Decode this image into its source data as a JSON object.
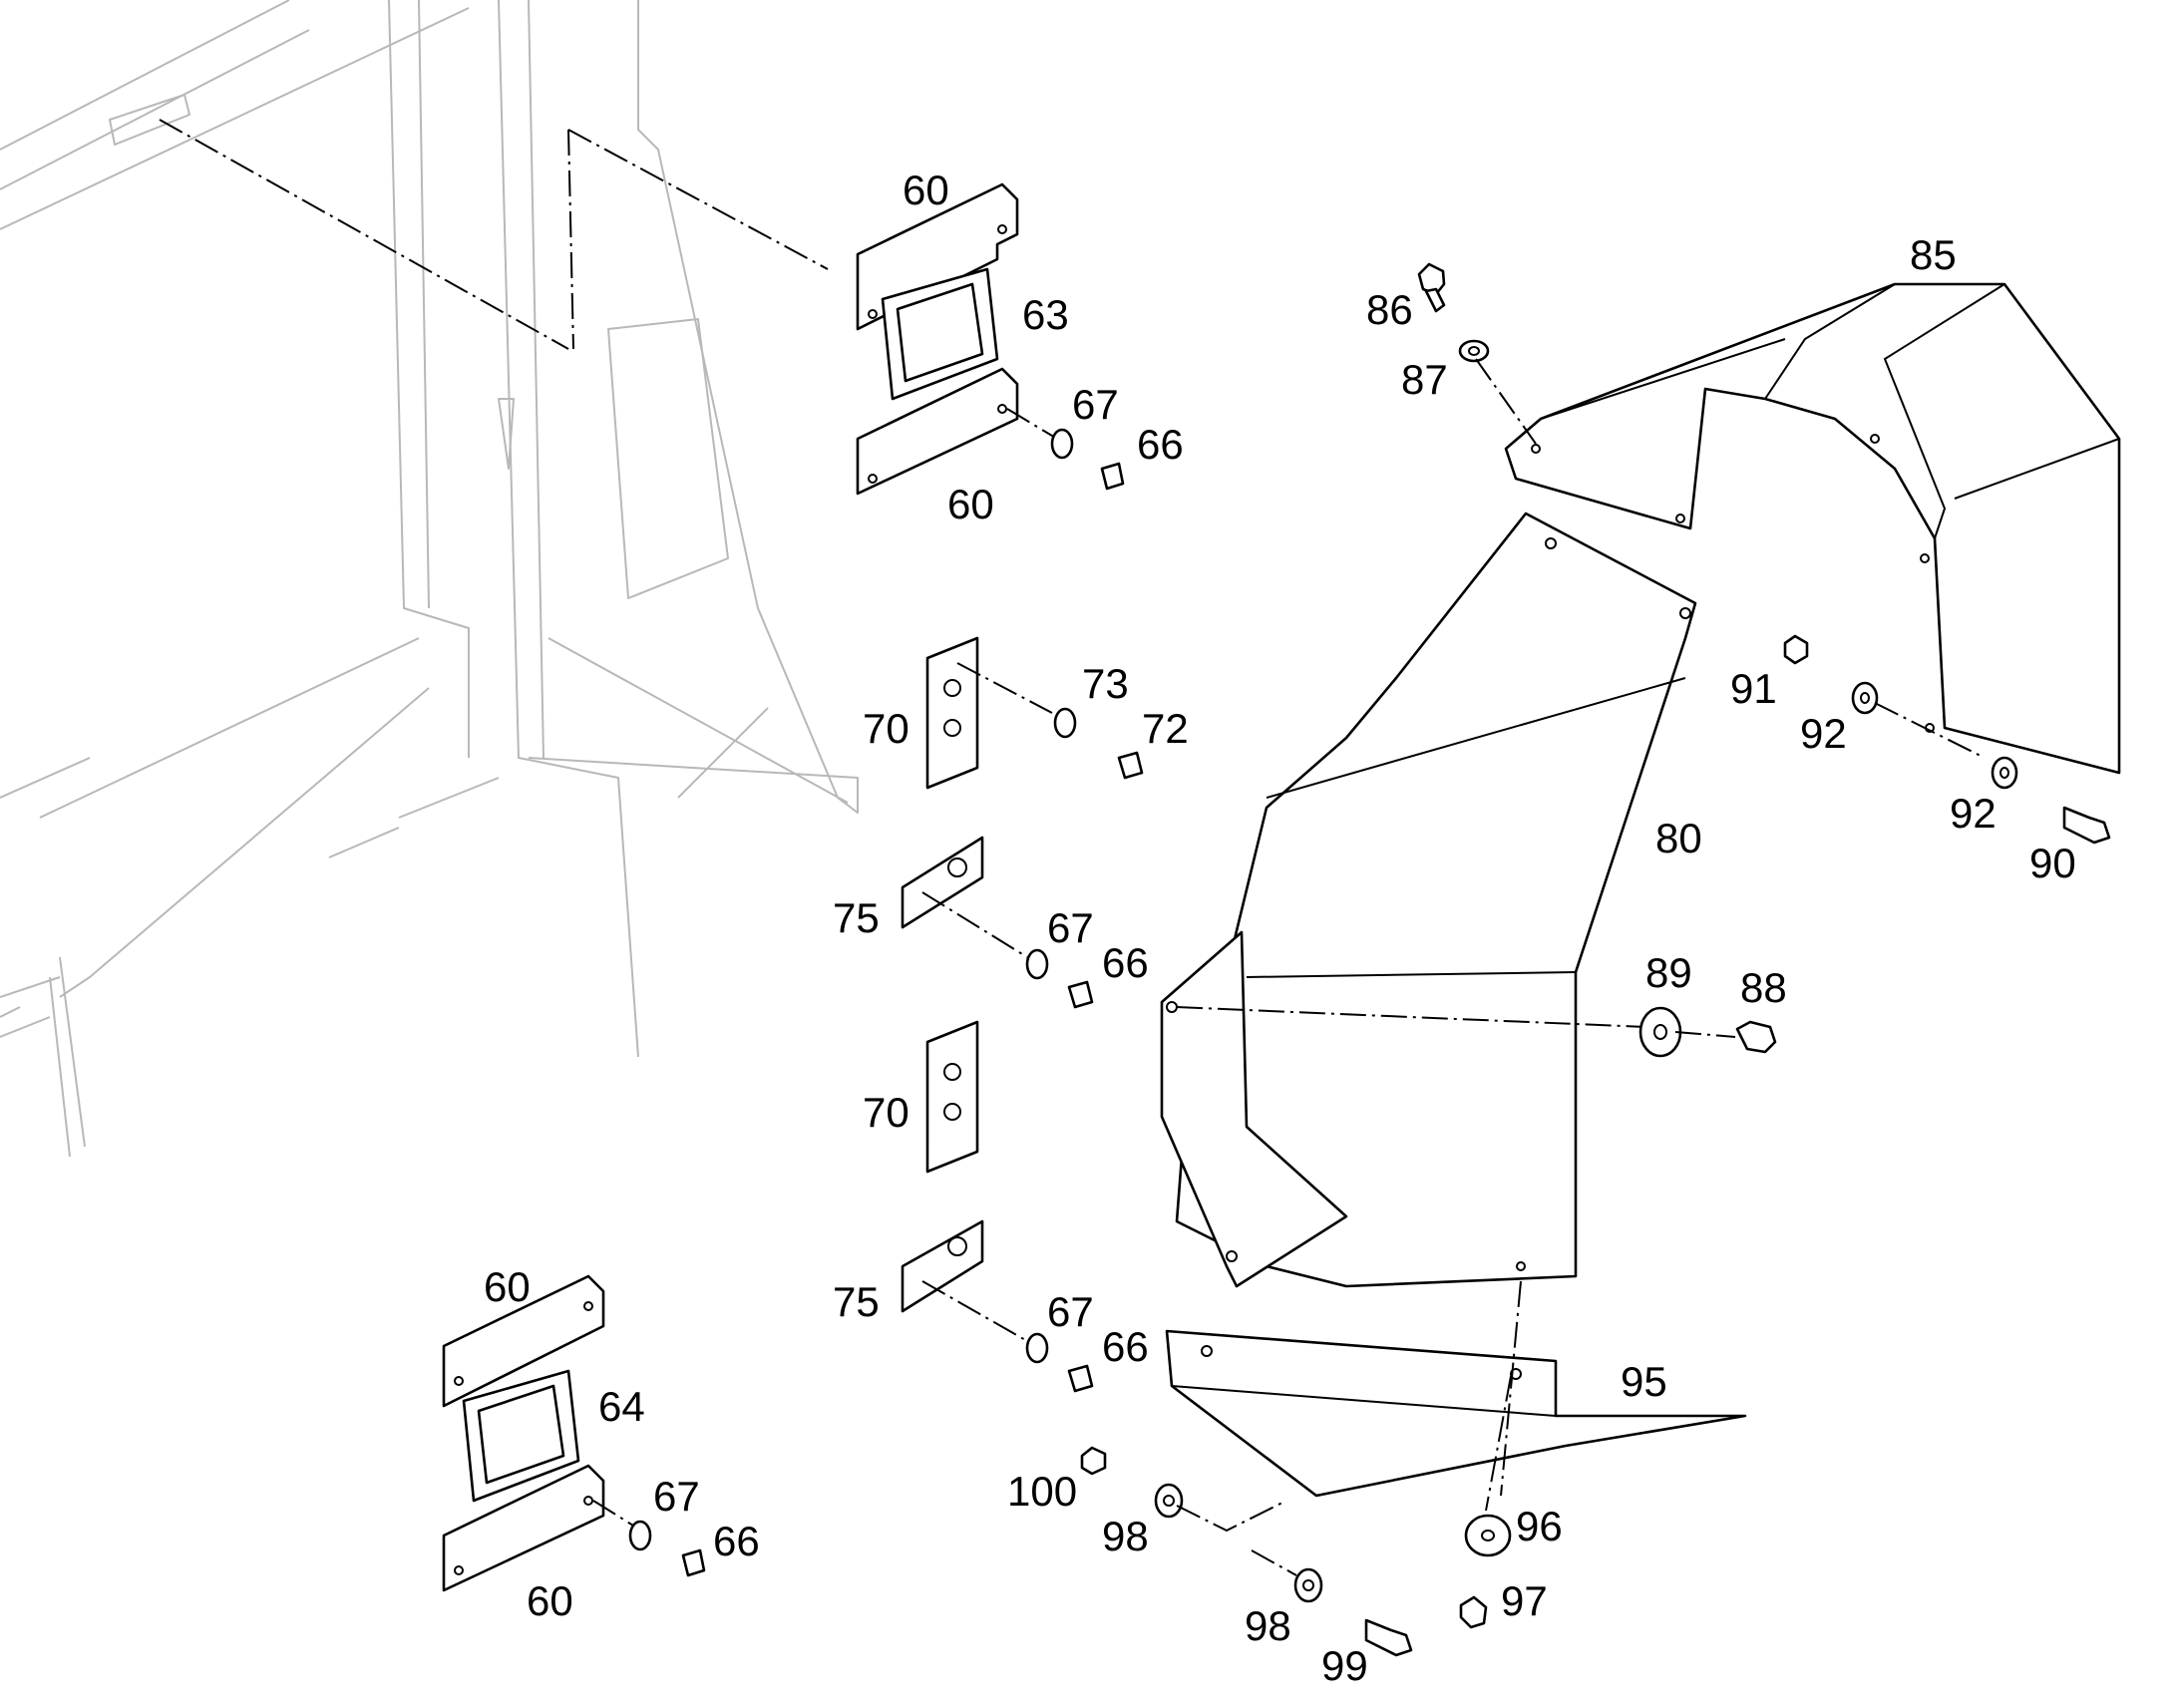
{
  "diagram": {
    "callouts": {
      "c60_top_a": "60",
      "c63": "63",
      "c67_a": "67",
      "c66_a": "66",
      "c60_top_b": "60",
      "c70_a": "70",
      "c73": "73",
      "c72": "72",
      "c75_a": "75",
      "c67_b": "67",
      "c66_b": "66",
      "c70_b": "70",
      "c75_b": "75",
      "c67_c": "67",
      "c66_c": "66",
      "c60_bot_a": "60",
      "c64": "64",
      "c67_d": "67",
      "c66_d": "66",
      "c60_bot_b": "60",
      "c86": "86",
      "c87": "87",
      "c85": "85",
      "c91": "91",
      "c92_a": "92",
      "c92_b": "92",
      "c90": "90",
      "c80": "80",
      "c89": "89",
      "c88": "88",
      "c95": "95",
      "c100": "100",
      "c98_a": "98",
      "c96": "96",
      "c98_b": "98",
      "c99": "99",
      "c97": "97"
    }
  }
}
